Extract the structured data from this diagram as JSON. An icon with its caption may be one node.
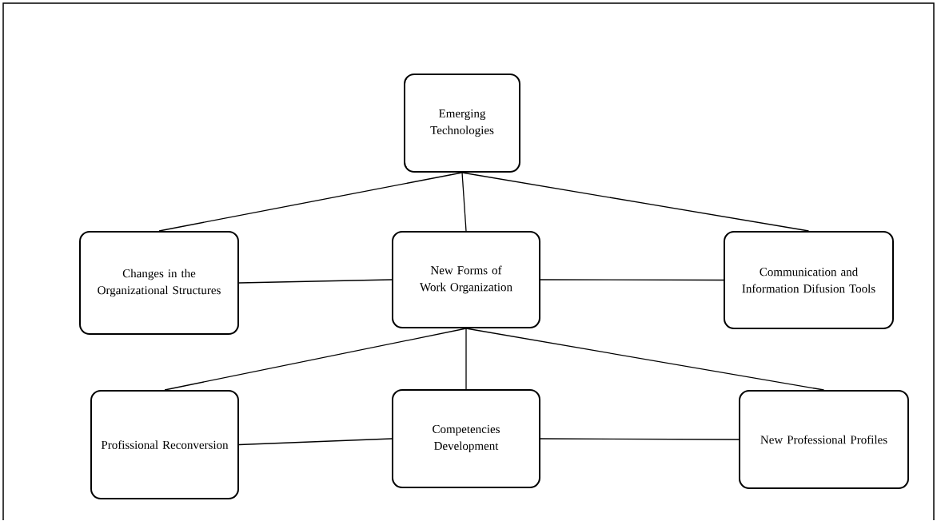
{
  "diagram": {
    "nodes": [
      {
        "text": [
          "Emerging Technologies"
        ]
      },
      {
        "text": [
          "Changes in the Organizational Structures"
        ]
      },
      {
        "text": [
          "New Forms of Work Organization"
        ]
      },
      {
        "text": [
          "Communication and Information Difusion Tools"
        ]
      },
      {
        "text": [
          "Profissional Reconversion"
        ]
      },
      {
        "text": [
          "Competencies Development"
        ]
      },
      {
        "text": [
          "New Professional Profiles"
        ]
      }
    ],
    "edges": [
      {
        "from": 0,
        "to": 1,
        "arrow": "none"
      },
      {
        "from": 0,
        "to": 2,
        "arrow": "none"
      },
      {
        "from": 0,
        "to": 3,
        "arrow": "none"
      },
      {
        "from": 1,
        "to": 2,
        "arrow": "none"
      },
      {
        "from": 2,
        "to": 3,
        "arrow": "none"
      },
      {
        "from": 2,
        "to": 4,
        "arrow": "none"
      },
      {
        "from": 2,
        "to": 5,
        "arrow": "none"
      },
      {
        "from": 2,
        "to": 6,
        "arrow": "none"
      },
      {
        "from": 4,
        "to": 5,
        "arrow": "none"
      },
      {
        "from": 5,
        "to": 6,
        "arrow": "none"
      }
    ]
  }
}
